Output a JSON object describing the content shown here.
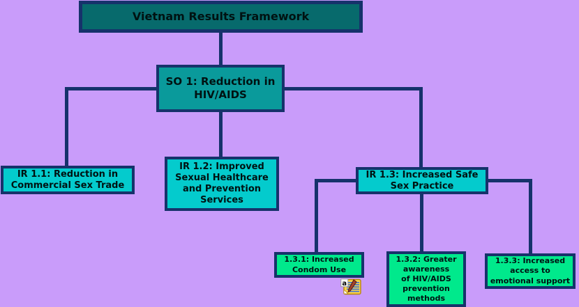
{
  "diagram": {
    "background_color": "#c99cfa",
    "connector_color": "#16326b",
    "border_color": "#16326b",
    "nodes": {
      "title": {
        "label": "Vietnam Results Framework",
        "fill": "#076a6c"
      },
      "so1": {
        "label": "SO 1: Reduction in\nHIV/AIDS",
        "fill": "#0a9a9b"
      },
      "ir11": {
        "label": "IR 1.1: Reduction in\nCommercial Sex Trade",
        "fill": "#04cbcd"
      },
      "ir12": {
        "label": "IR 1.2: Improved\nSexual Healthcare\nand Prevention\nServices",
        "fill": "#04cbcd"
      },
      "ir13": {
        "label": "IR 1.3: Increased Safe\nSex Practice",
        "fill": "#04cbcd"
      },
      "out131": {
        "label": "1.3.1: Increased\nCondom Use",
        "fill": "#00e98c"
      },
      "out132": {
        "label": "1.3.2: Greater\nawareness\nof HIV/AIDS\nprevention\nmethods",
        "fill": "#00e98c"
      },
      "out133": {
        "label": "1.3.3: Increased\naccess to\nemotional support",
        "fill": "#00e98c"
      }
    },
    "icons": {
      "text_edit_cursor": {
        "name": "text-edit-cursor-icon",
        "letter": "a"
      }
    }
  }
}
